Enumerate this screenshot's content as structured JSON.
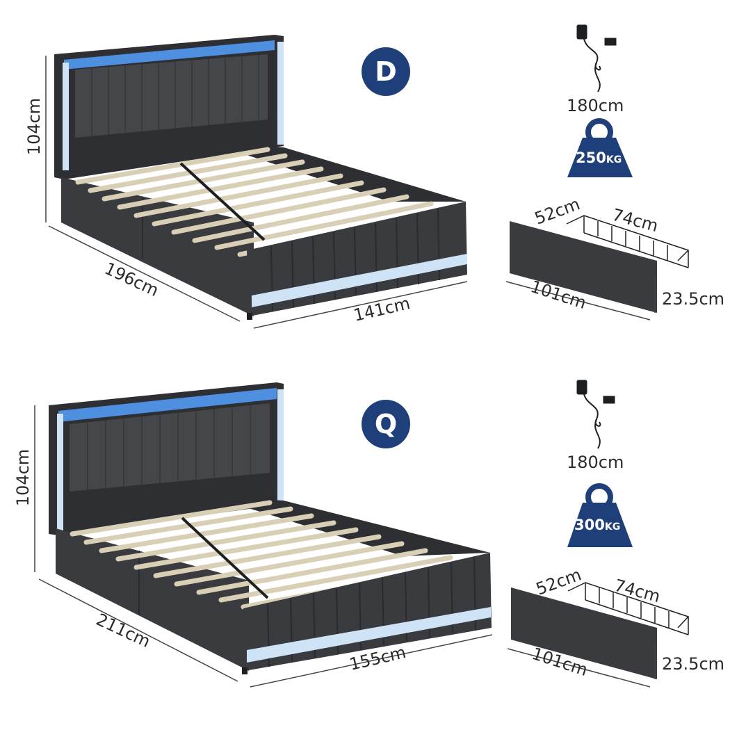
{
  "beds": [
    {
      "size_code": "D",
      "headboard_height": "104cm",
      "length": "196cm",
      "width": "141cm",
      "cable_length": "180cm",
      "load_value": "250",
      "load_unit": "KG",
      "drawer": {
        "depth": "52cm",
        "inner_length": "74cm",
        "length": "101cm",
        "height": "23.5cm"
      }
    },
    {
      "size_code": "Q",
      "headboard_height": "104cm",
      "length": "211cm",
      "width": "155cm",
      "cable_length": "180cm",
      "load_value": "300",
      "load_unit": "KG",
      "drawer": {
        "depth": "52cm",
        "inner_length": "74cm",
        "length": "101cm",
        "height": "23.5cm"
      }
    }
  ],
  "colors": {
    "fabric": "#3a3b3e",
    "fabric_dark": "#2a2b2e",
    "slat": "#d9cfb6",
    "led": "#4f8fe0",
    "badge": "#1f3f7a",
    "text": "#2b2b2b"
  },
  "icons": [
    "power-adapter-icon",
    "weight-icon"
  ]
}
